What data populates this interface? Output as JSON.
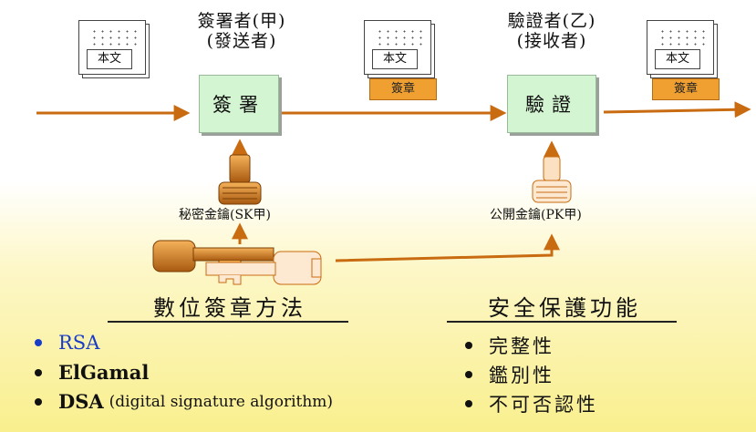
{
  "signer": {
    "title": "簽署者(甲)",
    "subtitle": "(發送者)",
    "box": "簽署"
  },
  "verifier": {
    "title": "驗證者(乙)",
    "subtitle": "(接收者)",
    "box": "驗證"
  },
  "docs": {
    "text_label": "本文",
    "signature_label": "簽章"
  },
  "keys": {
    "secret": "秘密金鑰(SK甲)",
    "public": "公開金鑰(PK甲)"
  },
  "methods": {
    "title": "數位簽章方法",
    "items": [
      {
        "name": "RSA",
        "note": ""
      },
      {
        "name": "ElGamal",
        "note": ""
      },
      {
        "name": "DSA",
        "note": "(digital signature algorithm)"
      }
    ],
    "highlight_color": "#1a3dc8"
  },
  "functions": {
    "title": "安全保護功能",
    "items": [
      "完整性",
      "鑑別性",
      "不可否認性"
    ]
  },
  "colors": {
    "arrow": "#c96b10",
    "box_fill": "#d4f5d2",
    "signature_tab": "#f0a030"
  }
}
